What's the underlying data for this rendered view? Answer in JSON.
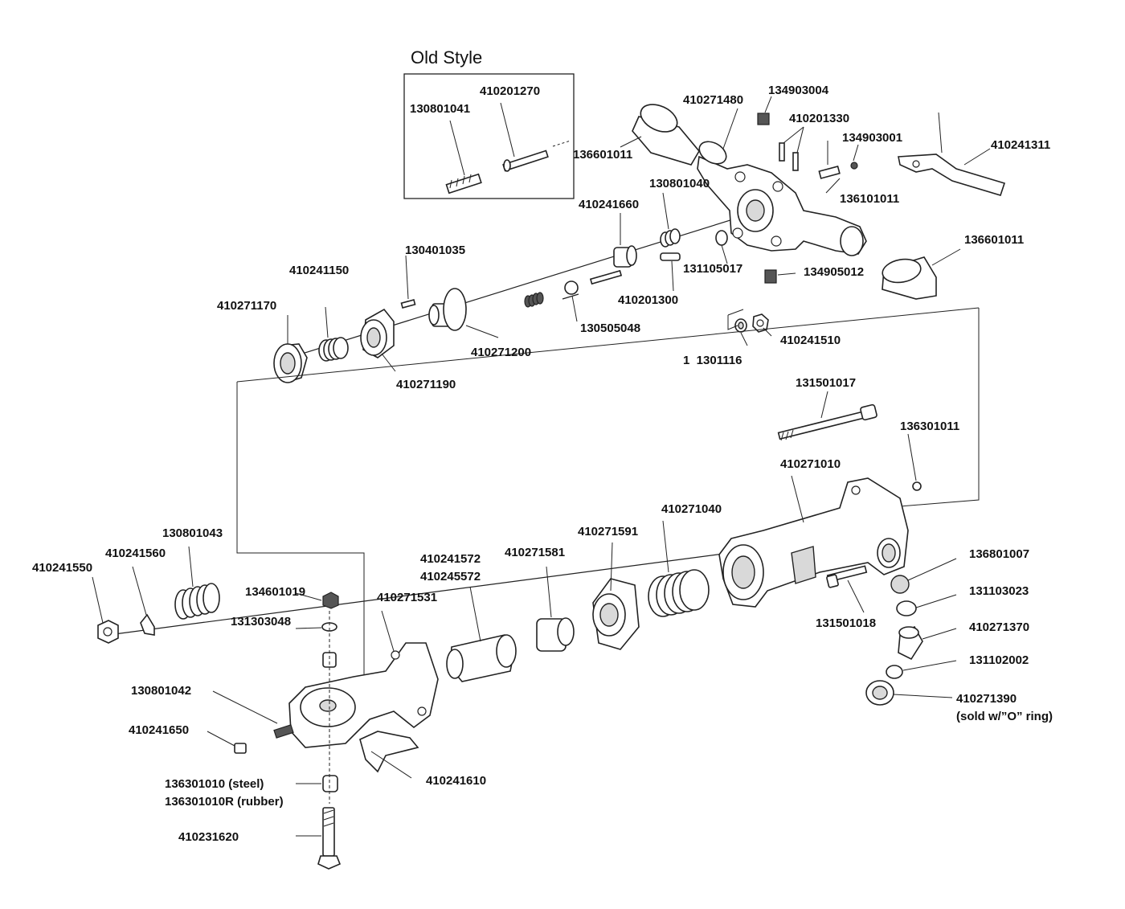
{
  "title": "Old Style",
  "labels": {
    "l410201270": "410201270",
    "l130801041": "130801041",
    "l410271480": "410271480",
    "l134903004": "134903004",
    "l410201330": "410201330",
    "l134903001": "134903001",
    "l410241311": "410241311",
    "l136601011a": "136601011",
    "l130801040": "130801040",
    "l136101011": "136101011",
    "l410241660": "410241660",
    "l136601011b": "136601011",
    "l130401035": "130401035",
    "l131105017": "131105017",
    "l134905012": "134905012",
    "l410241150": "410241150",
    "l410201300": "410201300",
    "l410271170": "410271170",
    "l130505048": "130505048",
    "l410241510": "410241510",
    "l410271200": "410271200",
    "l1301116": "1  1301116",
    "l410271190": "410271190",
    "l131501017": "131501017",
    "l136301011": "136301011",
    "l410271010": "410271010",
    "l410271040": "410271040",
    "l130801043": "130801043",
    "l410271591": "410271591",
    "l136801007": "136801007",
    "l410241560": "410241560",
    "l410241572": "410241572",
    "l410271581": "410271581",
    "l410245572": "410245572",
    "l410241550": "410241550",
    "l134601019": "134601019",
    "l410271531": "410271531",
    "l131103023": "131103023",
    "l131303048": "131303048",
    "l131501018": "131501018",
    "l410271370": "410271370",
    "l131102002": "131102002",
    "l130801042": "130801042",
    "l410271390": "410271390",
    "l410271390note": "(sold w/”O” ring)",
    "l410241650": "410241650",
    "l410241610": "410241610",
    "l136301010": "136301010 (steel)",
    "l136301010R": "136301010R (rubber)",
    "l410231620": "410231620"
  }
}
